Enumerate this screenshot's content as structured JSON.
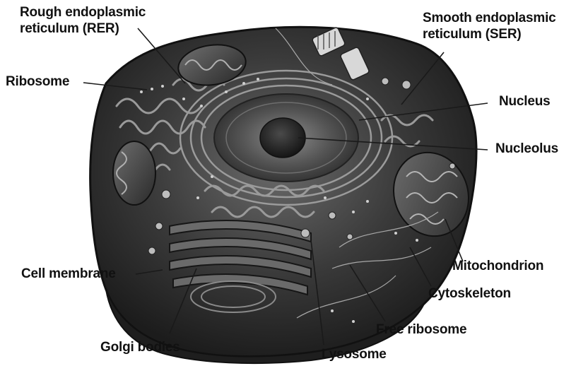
{
  "labels": {
    "rer": [
      "Rough endoplasmic",
      "reticulum (RER)"
    ],
    "ser": [
      "Smooth endoplasmic",
      "reticulum (SER)"
    ],
    "ribosome": "Ribosome",
    "nucleus": "Nucleus",
    "nucleolus": "Nucleolus",
    "cell_membrane": "Cell membrane",
    "mitochondrion": "Mitochondrion",
    "cytoskeleton": "Cytoskeleton",
    "free_ribosome": "Free ribosome",
    "golgi_bodies": "Golgi bodies",
    "lysosome": "Lysosome"
  },
  "colors": {
    "label_text": "#111111",
    "leader_line": "#1a1a1a",
    "cell_dark": "#2b2b2b",
    "cell_mid": "#4d4d4d",
    "cell_light": "#8a8a8a"
  }
}
